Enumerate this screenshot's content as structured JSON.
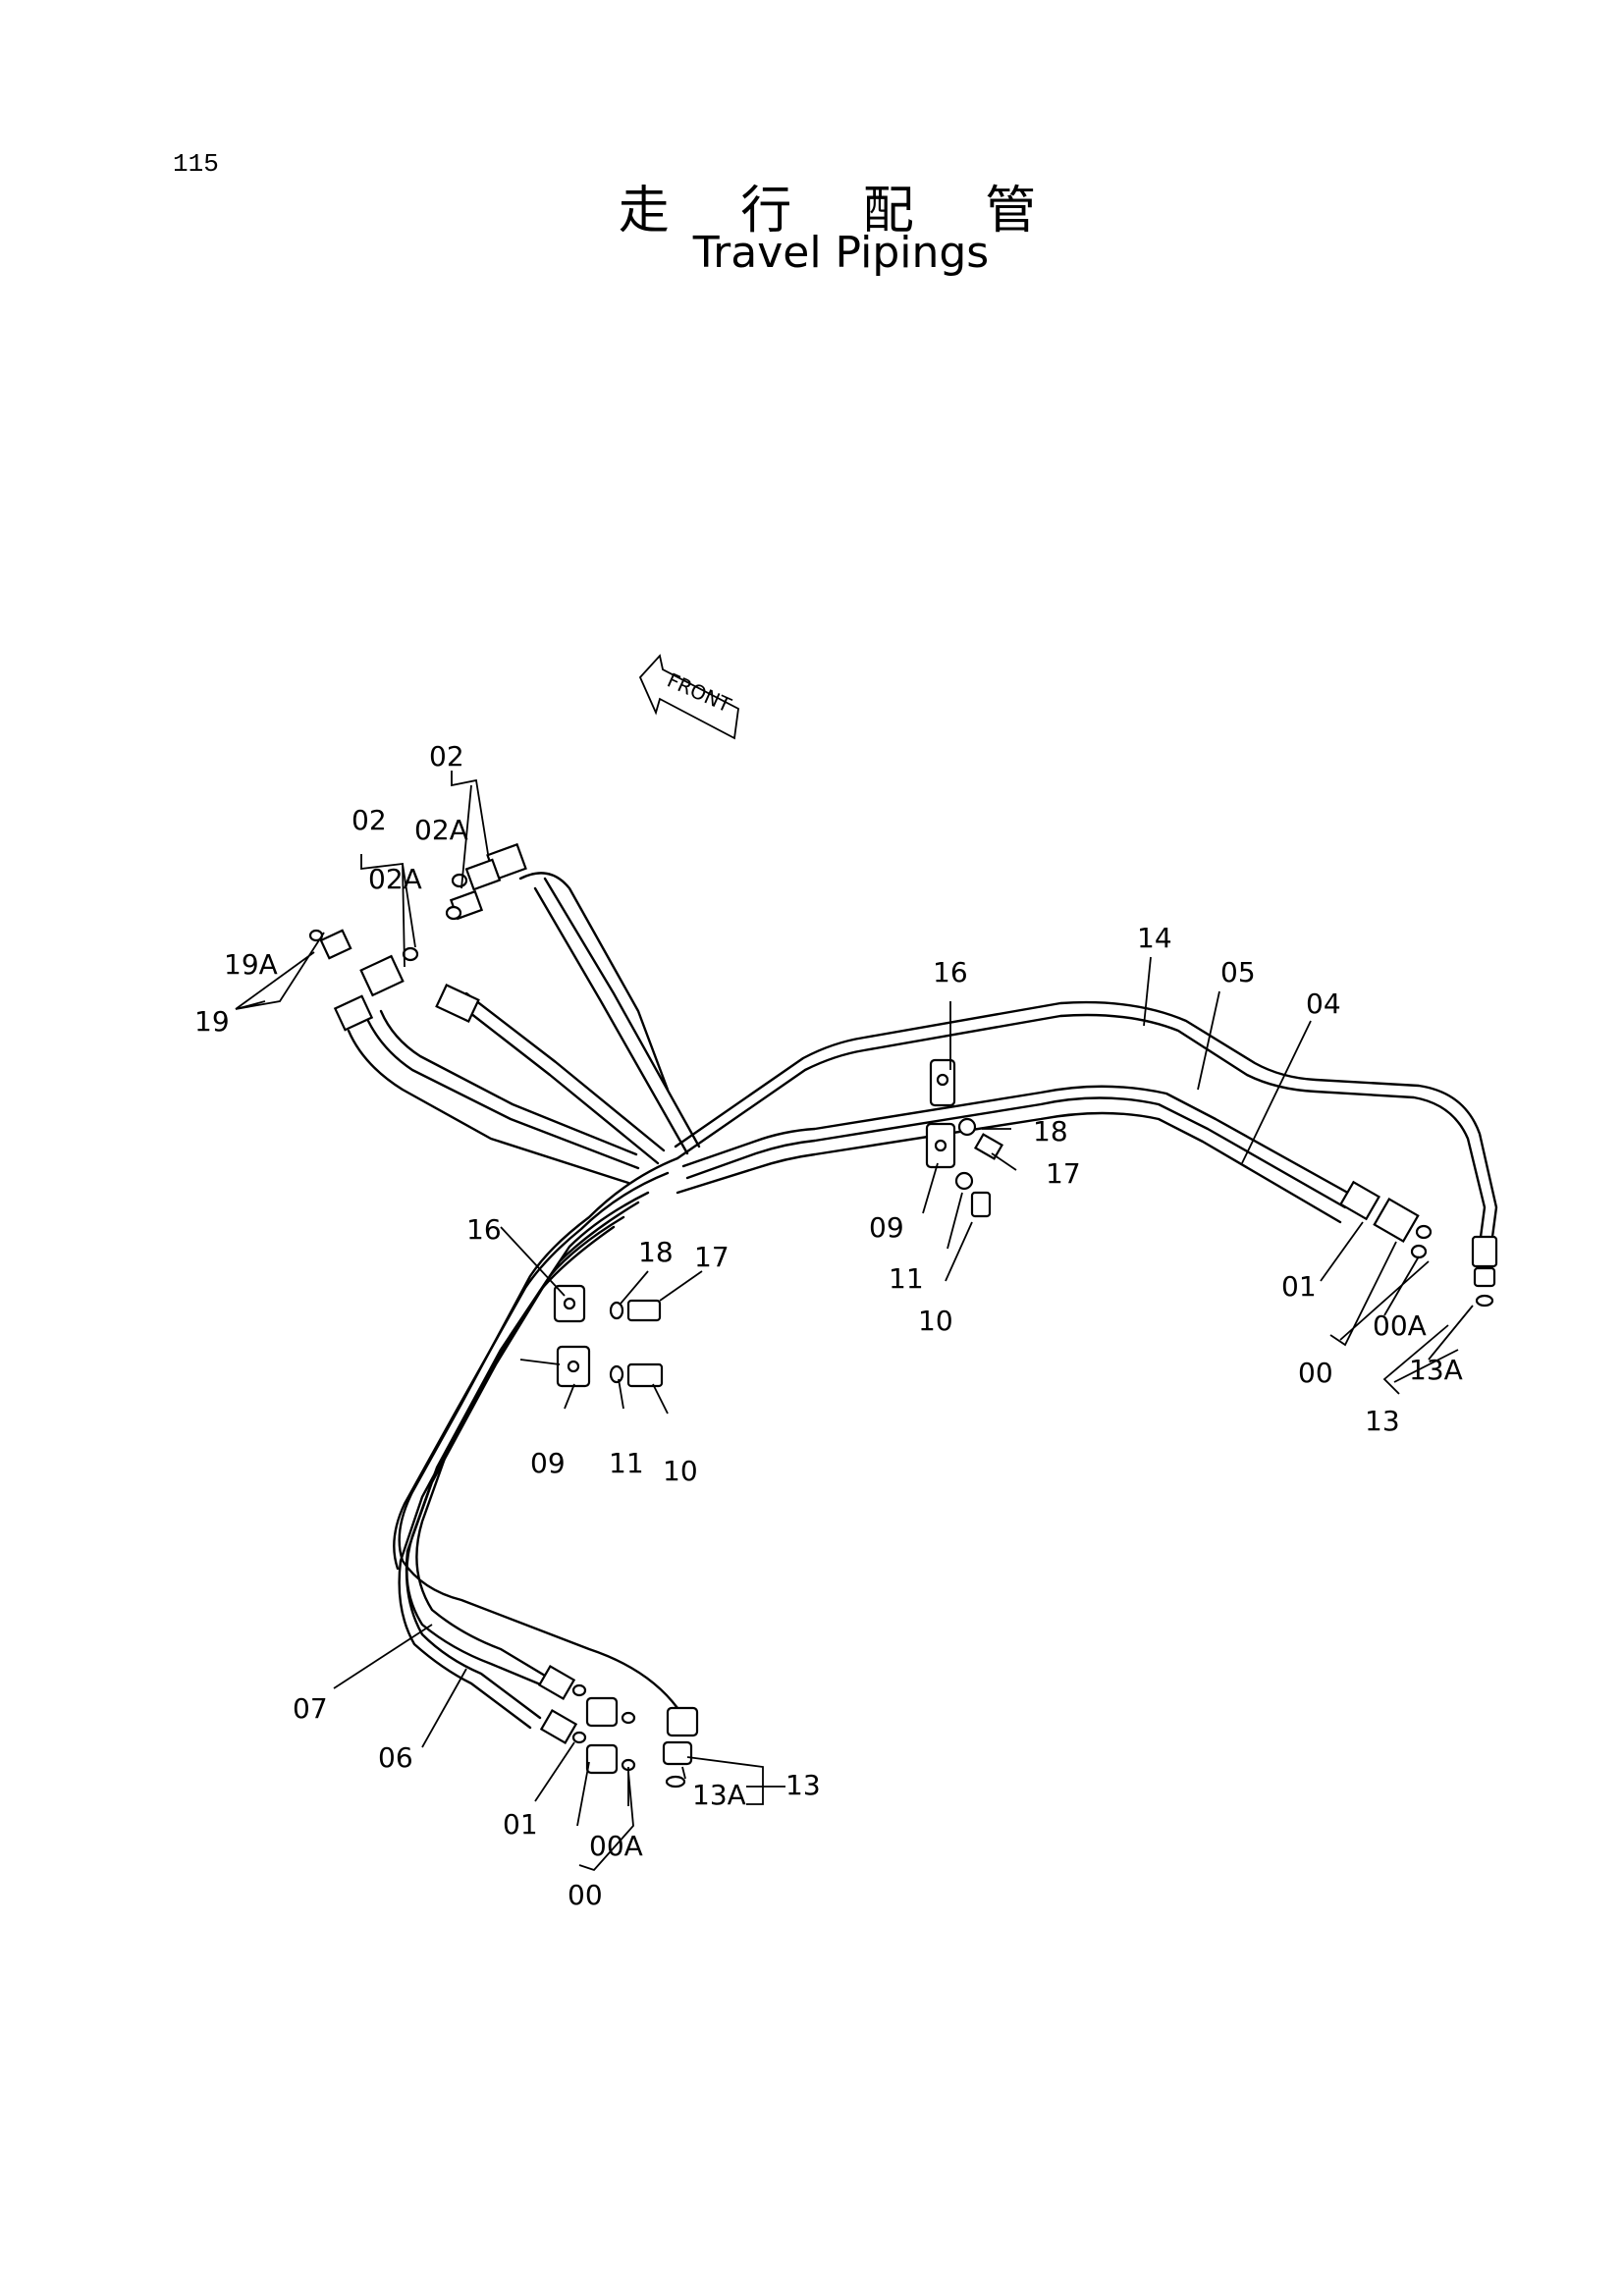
{
  "page_number": "115",
  "title_jp": "走 行 配 管",
  "title_en": "Travel Pipings",
  "front_arrow": "FRONT",
  "callouts": {
    "c02_a": "02",
    "c02a_a": "02A",
    "c02_b": "02",
    "c02a_b": "02A",
    "c19a": "19A",
    "c19": "19",
    "c16_a": "16",
    "c16_b": "16",
    "c14": "14",
    "c05": "05",
    "c04": "04",
    "c18_a": "18",
    "c17_a": "17",
    "c09_a": "09",
    "c11_a": "11",
    "c10_a": "10",
    "c18_b": "18",
    "c17_b": "17",
    "c09_b": "09",
    "c11_b": "11",
    "c10_b": "10",
    "c01_a": "01",
    "c00a_a": "00A",
    "c00_a": "00",
    "c13a_a": "13A",
    "c13_a": "13",
    "c07": "07",
    "c06": "06",
    "c01_b": "01",
    "c00a_b": "00A",
    "c00_b": "00",
    "c13a_b": "13A",
    "c13_b": "13"
  }
}
